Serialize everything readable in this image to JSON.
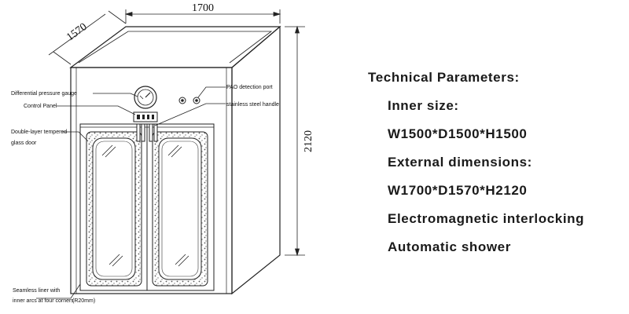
{
  "dimensions": {
    "width": "1700",
    "depth": "1570",
    "height": "2120"
  },
  "callouts": {
    "pressure_gauge": "Differential pressure gauge",
    "control_panel": "Control Panel",
    "glass_door_line1": "Double-layer tempered",
    "glass_door_line2": "glass door",
    "liner_line1": "Seamless liner with",
    "liner_line2": "inner arcs at four corners",
    "liner_radius": "(R20mm)",
    "pao_port": "PAO detection port",
    "handle": "stainless steel handle"
  },
  "parameters": {
    "title": "Technical Parameters:",
    "items": [
      "Inner size:",
      "W1500*D1500*H1500",
      "External dimensions:",
      "W1700*D1570*H2120",
      "Electromagnetic interlocking",
      "Automatic shower"
    ]
  }
}
